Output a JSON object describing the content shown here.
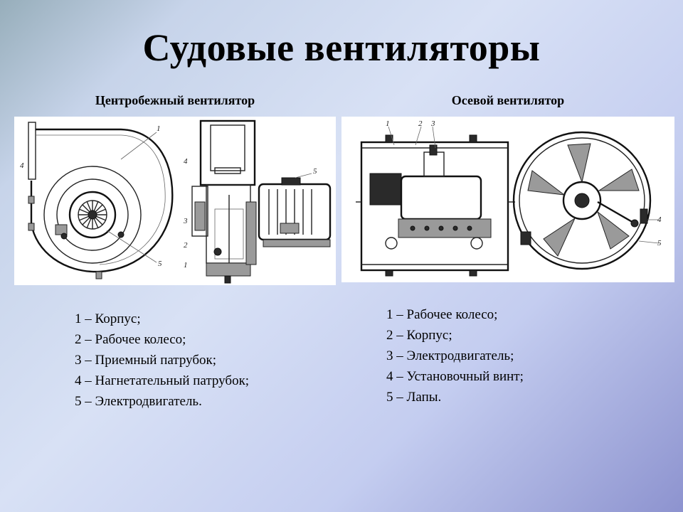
{
  "slide": {
    "title": "Судовые вентиляторы"
  },
  "centrifugal": {
    "heading": "Центробежный вентилятор",
    "callouts": [
      "1",
      "2",
      "3",
      "4",
      "5"
    ],
    "legend": [
      "1 – Корпус;",
      "2 – Рабочее колесо;",
      "3 – Приемный патрубок;",
      "4 – Нагнетательный патрубок;",
      "5 – Электродвигатель."
    ]
  },
  "axial": {
    "heading": "Осевой вентилятор",
    "callouts": [
      "1",
      "2",
      "3",
      "4",
      "5"
    ],
    "legend": [
      "1 – Рабочее колесо;",
      "2 – Корпус;",
      "3 – Электродвигатель;",
      "4 – Установочный винт;",
      "5 – Лапы."
    ]
  }
}
